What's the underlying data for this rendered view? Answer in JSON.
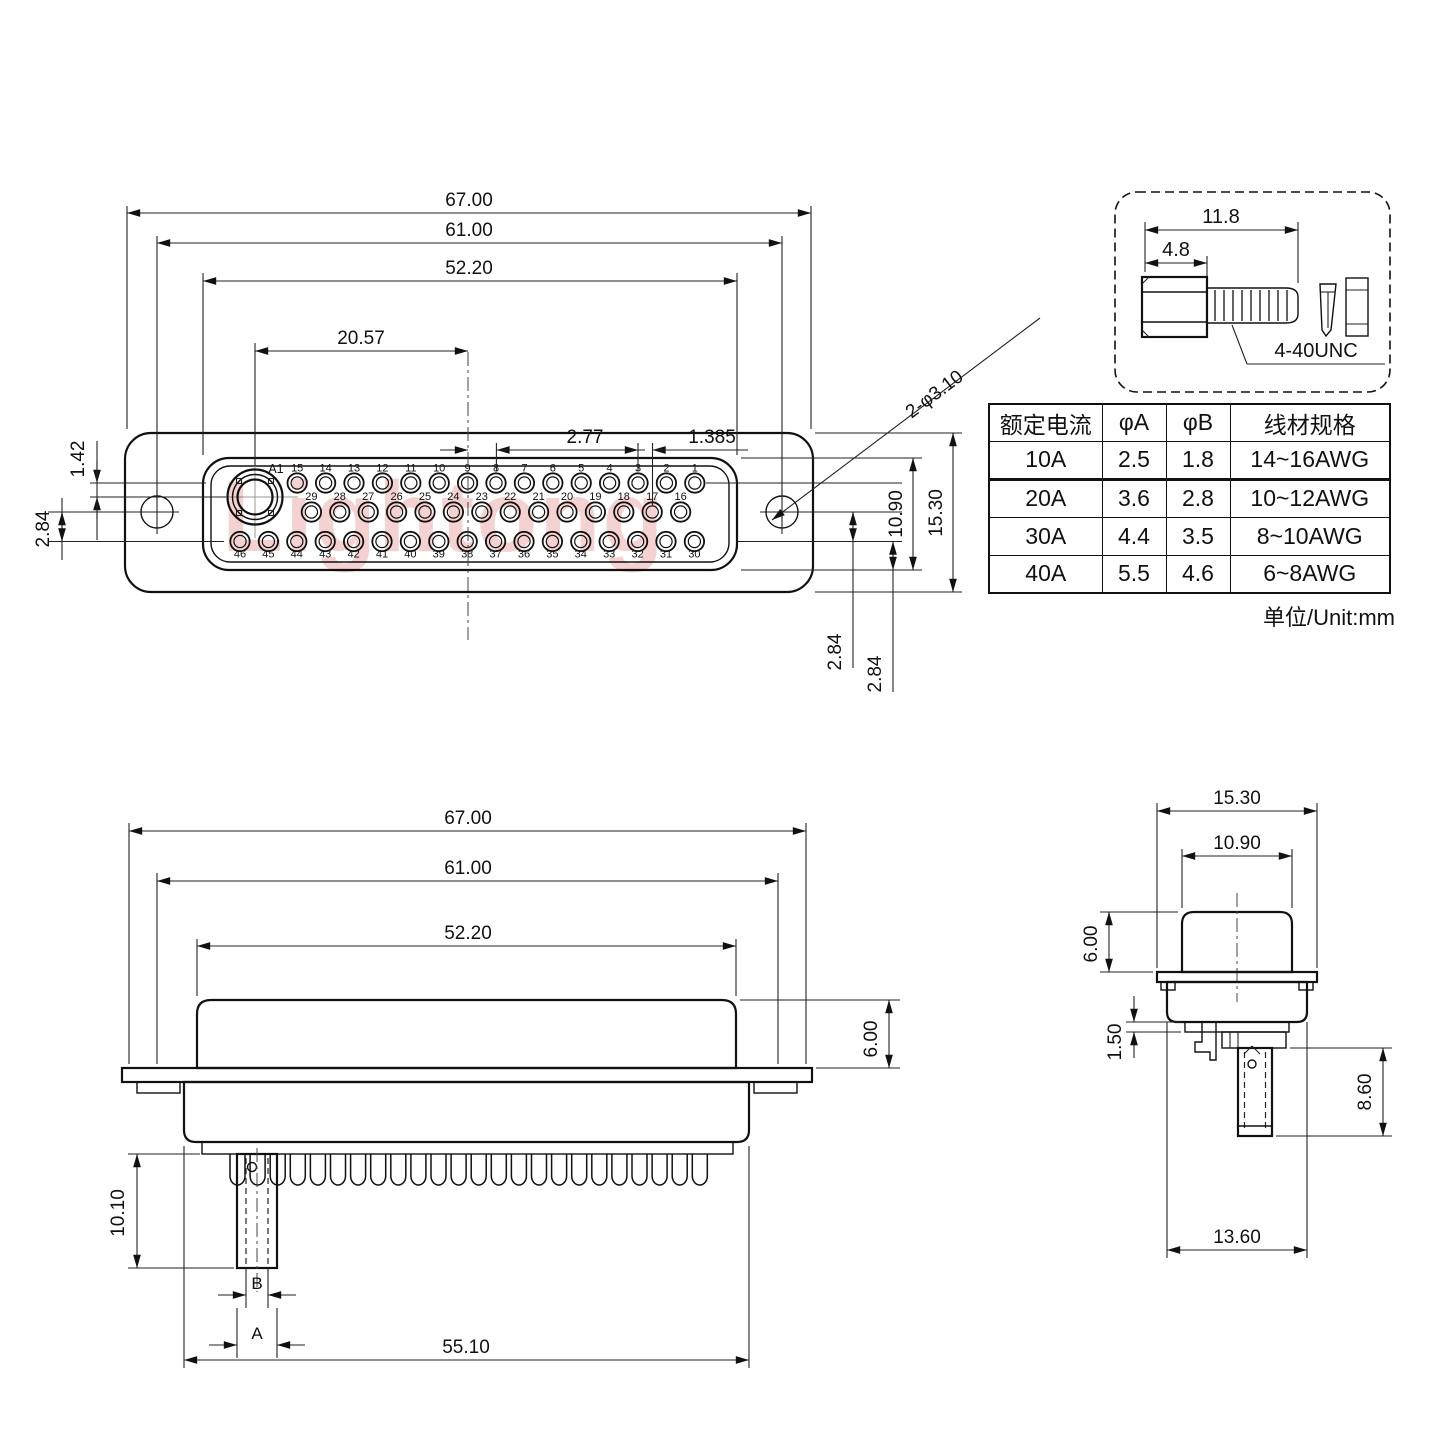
{
  "watermark": "Lightong",
  "unit_note": "单位/Unit:mm",
  "front_view": {
    "dims": [
      "67.00",
      "61.00",
      "52.20",
      "20.57",
      "2.77",
      "1.385",
      "1.42",
      "2.84",
      "2-φ3.10",
      "10.90",
      "15.30",
      "2.84",
      "2.84"
    ],
    "big_contact_label": "A1",
    "pins": {
      "top": [
        "15",
        "14",
        "13",
        "12",
        "11",
        "10",
        "9",
        "8",
        "7",
        "6",
        "5",
        "4",
        "3",
        "2",
        "1"
      ],
      "middle": [
        "29",
        "28",
        "27",
        "26",
        "25",
        "24",
        "23",
        "22",
        "21",
        "20",
        "19",
        "18",
        "17",
        "16"
      ],
      "bottom": [
        "46",
        "45",
        "44",
        "43",
        "42",
        "41",
        "40",
        "39",
        "38",
        "37",
        "36",
        "35",
        "34",
        "33",
        "32",
        "31",
        "30"
      ]
    }
  },
  "side_view": {
    "dims": [
      "67.00",
      "61.00",
      "52.20",
      "6.00",
      "10.10",
      "B",
      "A",
      "55.10"
    ]
  },
  "end_view": {
    "dims": [
      "15.30",
      "10.90",
      "6.00",
      "1.50",
      "8.60",
      "13.60"
    ]
  },
  "screw_detail": {
    "dims": [
      "11.8",
      "4.8"
    ],
    "thread_label": "4-40UNC"
  },
  "spec_table": {
    "headers": [
      "额定电流",
      "φA",
      "φB",
      "线材规格"
    ],
    "rows": [
      [
        "10A",
        "2.5",
        "1.8",
        "14~16AWG"
      ],
      [
        "20A",
        "3.6",
        "2.8",
        "10~12AWG"
      ],
      [
        "30A",
        "4.4",
        "3.5",
        "8~10AWG"
      ],
      [
        "40A",
        "5.5",
        "4.6",
        "6~8AWG"
      ]
    ]
  }
}
